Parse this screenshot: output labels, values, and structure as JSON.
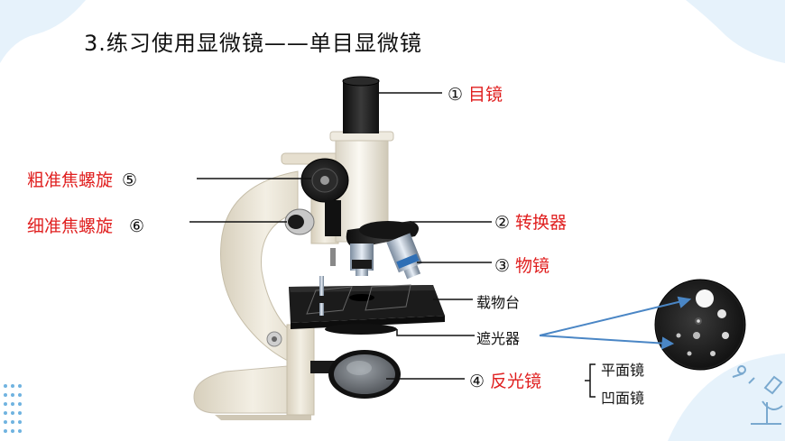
{
  "title": "3.练习使用显微镜——单目显微镜",
  "parts": {
    "eyepiece": {
      "num": "①",
      "label": "目镜"
    },
    "coarse": {
      "num": "⑤",
      "label": "粗准焦螺旋"
    },
    "fine": {
      "num": "⑥",
      "label": "细准焦螺旋"
    },
    "converter": {
      "num": "②",
      "label": "转换器"
    },
    "objective": {
      "num": "③",
      "label": "物镜"
    },
    "stage": {
      "label": "载物台"
    },
    "diaphragm": {
      "label": "遮光器"
    },
    "mirror": {
      "num": "④",
      "label": "反光镜"
    },
    "mirror_flat": "平面镜",
    "mirror_concave": "凹面镜"
  },
  "colors": {
    "label_red": "#e02020",
    "arrow_blue": "#4a86c5",
    "microscope_body": "#ece6d6",
    "metal_dark": "#1c1c1c"
  }
}
